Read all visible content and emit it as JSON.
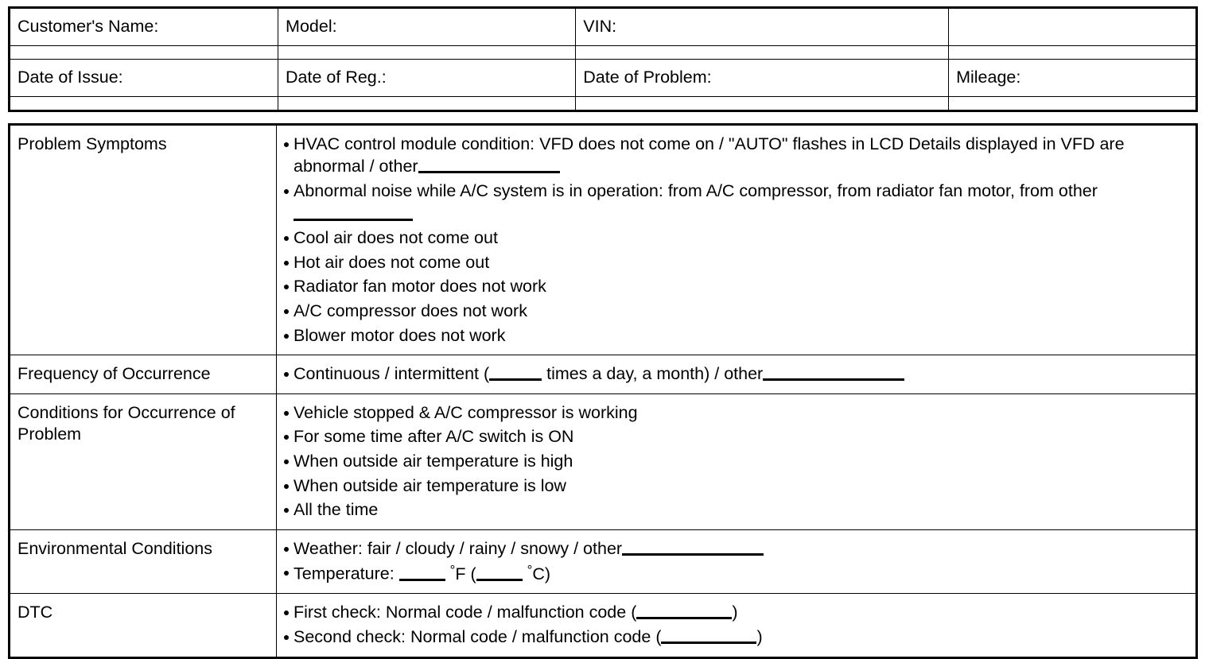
{
  "identification": {
    "rows": [
      {
        "cells": [
          {
            "label": "Customer's Name:"
          },
          {
            "label": "Model:"
          },
          {
            "label": "VIN:"
          },
          {
            "label": ""
          }
        ]
      },
      {
        "cells": [
          {
            "label": "Date of Issue:"
          },
          {
            "label": "Date of Reg.:"
          },
          {
            "label": "Date of Problem:"
          },
          {
            "label": "Mileage:"
          }
        ]
      }
    ]
  },
  "main": {
    "sections": [
      {
        "heading": "Problem Symptoms",
        "items": [
          {
            "parts": [
              {
                "type": "text",
                "value": "HVAC control module condition: VFD does not come on / \"AUTO\" flashes in LCD Details displayed in VFD are abnormal / other"
              },
              {
                "type": "blank",
                "size": "lg"
              }
            ]
          },
          {
            "parts": [
              {
                "type": "text",
                "value": "Abnormal noise while A/C system is in operation: from A/C compressor, from radiator fan motor, from other"
              },
              {
                "type": "blank",
                "size": "md"
              }
            ]
          },
          {
            "parts": [
              {
                "type": "text",
                "value": "Cool air does not come out"
              }
            ]
          },
          {
            "parts": [
              {
                "type": "text",
                "value": "Hot air does not come out"
              }
            ]
          },
          {
            "parts": [
              {
                "type": "text",
                "value": "Radiator fan motor does not work"
              }
            ]
          },
          {
            "parts": [
              {
                "type": "text",
                "value": "A/C compressor does not work"
              }
            ]
          },
          {
            "parts": [
              {
                "type": "text",
                "value": "Blower motor does not work"
              }
            ]
          }
        ]
      },
      {
        "heading": "Frequency of Occurrence",
        "items": [
          {
            "parts": [
              {
                "type": "text",
                "value": "Continuous / intermittent ("
              },
              {
                "type": "blank",
                "size": "sm"
              },
              {
                "type": "text",
                "value": " times a day, a month) / other"
              },
              {
                "type": "blank",
                "size": "lg"
              }
            ]
          }
        ]
      },
      {
        "heading": "Conditions for Occurrence of Problem",
        "items": [
          {
            "parts": [
              {
                "type": "text",
                "value": "Vehicle stopped & A/C compressor is working"
              }
            ]
          },
          {
            "parts": [
              {
                "type": "text",
                "value": "For some time after A/C switch is ON"
              }
            ]
          },
          {
            "parts": [
              {
                "type": "text",
                "value": "When outside air temperature is high"
              }
            ]
          },
          {
            "parts": [
              {
                "type": "text",
                "value": "When outside air temperature is low"
              }
            ]
          },
          {
            "parts": [
              {
                "type": "text",
                "value": "All the time"
              }
            ]
          }
        ]
      },
      {
        "heading": "Environmental Conditions",
        "items": [
          {
            "parts": [
              {
                "type": "text",
                "value": "Weather: fair / cloudy / rainy / snowy / other"
              },
              {
                "type": "blank",
                "size": "lg"
              }
            ]
          },
          {
            "parts": [
              {
                "type": "text",
                "value": "Temperature: "
              },
              {
                "type": "blank",
                "size": "xs"
              },
              {
                "type": "degree",
                "value": "F ("
              },
              {
                "type": "blank",
                "size": "xs"
              },
              {
                "type": "degree",
                "value": "C)"
              }
            ]
          }
        ]
      },
      {
        "heading": "DTC",
        "items": [
          {
            "parts": [
              {
                "type": "text",
                "value": "First check: Normal code / malfunction code ("
              },
              {
                "type": "blank",
                "size": "dtc"
              },
              {
                "type": "text",
                "value": ")"
              }
            ]
          },
          {
            "parts": [
              {
                "type": "text",
                "value": "Second check: Normal code / malfunction code ("
              },
              {
                "type": "blank",
                "size": "dtc"
              },
              {
                "type": "text",
                "value": ")"
              }
            ]
          }
        ]
      }
    ]
  },
  "colors": {
    "ink": "#000000",
    "paper": "#ffffff"
  }
}
